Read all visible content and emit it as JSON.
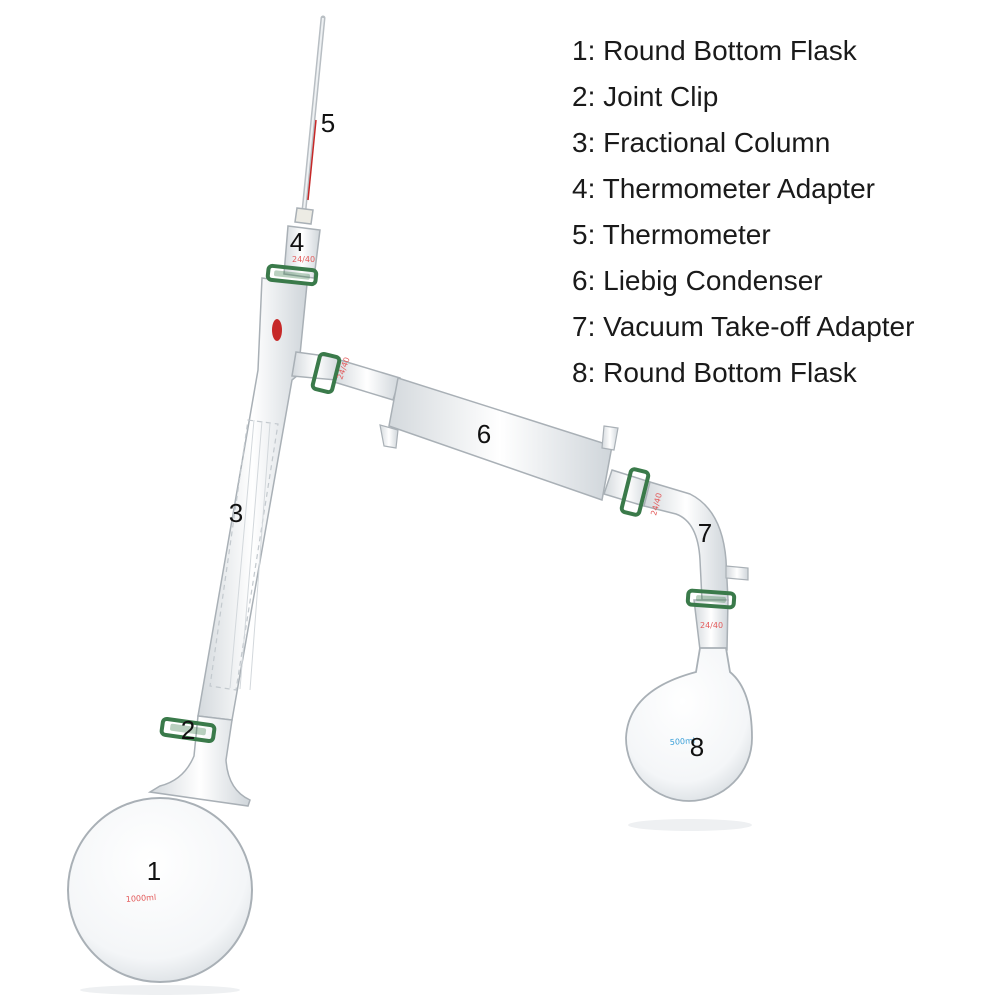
{
  "legend": [
    {
      "num": "1",
      "label": "1: Round Bottom Flask"
    },
    {
      "num": "2",
      "label": "2: Joint Clip"
    },
    {
      "num": "3",
      "label": "3: Fractional Column"
    },
    {
      "num": "4",
      "label": "4: Thermometer Adapter"
    },
    {
      "num": "5",
      "label": "5: Thermometer"
    },
    {
      "num": "6",
      "label": "6: Liebig Condenser"
    },
    {
      "num": "7",
      "label": "7: Vacuum Take-off Adapter"
    },
    {
      "num": "8",
      "label": "8: Round Bottom Flask"
    }
  ],
  "markings": {
    "flask_large": "1000ml",
    "flask_small": "500ml",
    "joint": "24/40"
  },
  "colors": {
    "clip": "#3a7a4a",
    "glass_outline": "#a9b0b6",
    "thermo_red": "#c62828",
    "label_blue": "#3aa0d8",
    "label_red": "#e35a5a"
  }
}
